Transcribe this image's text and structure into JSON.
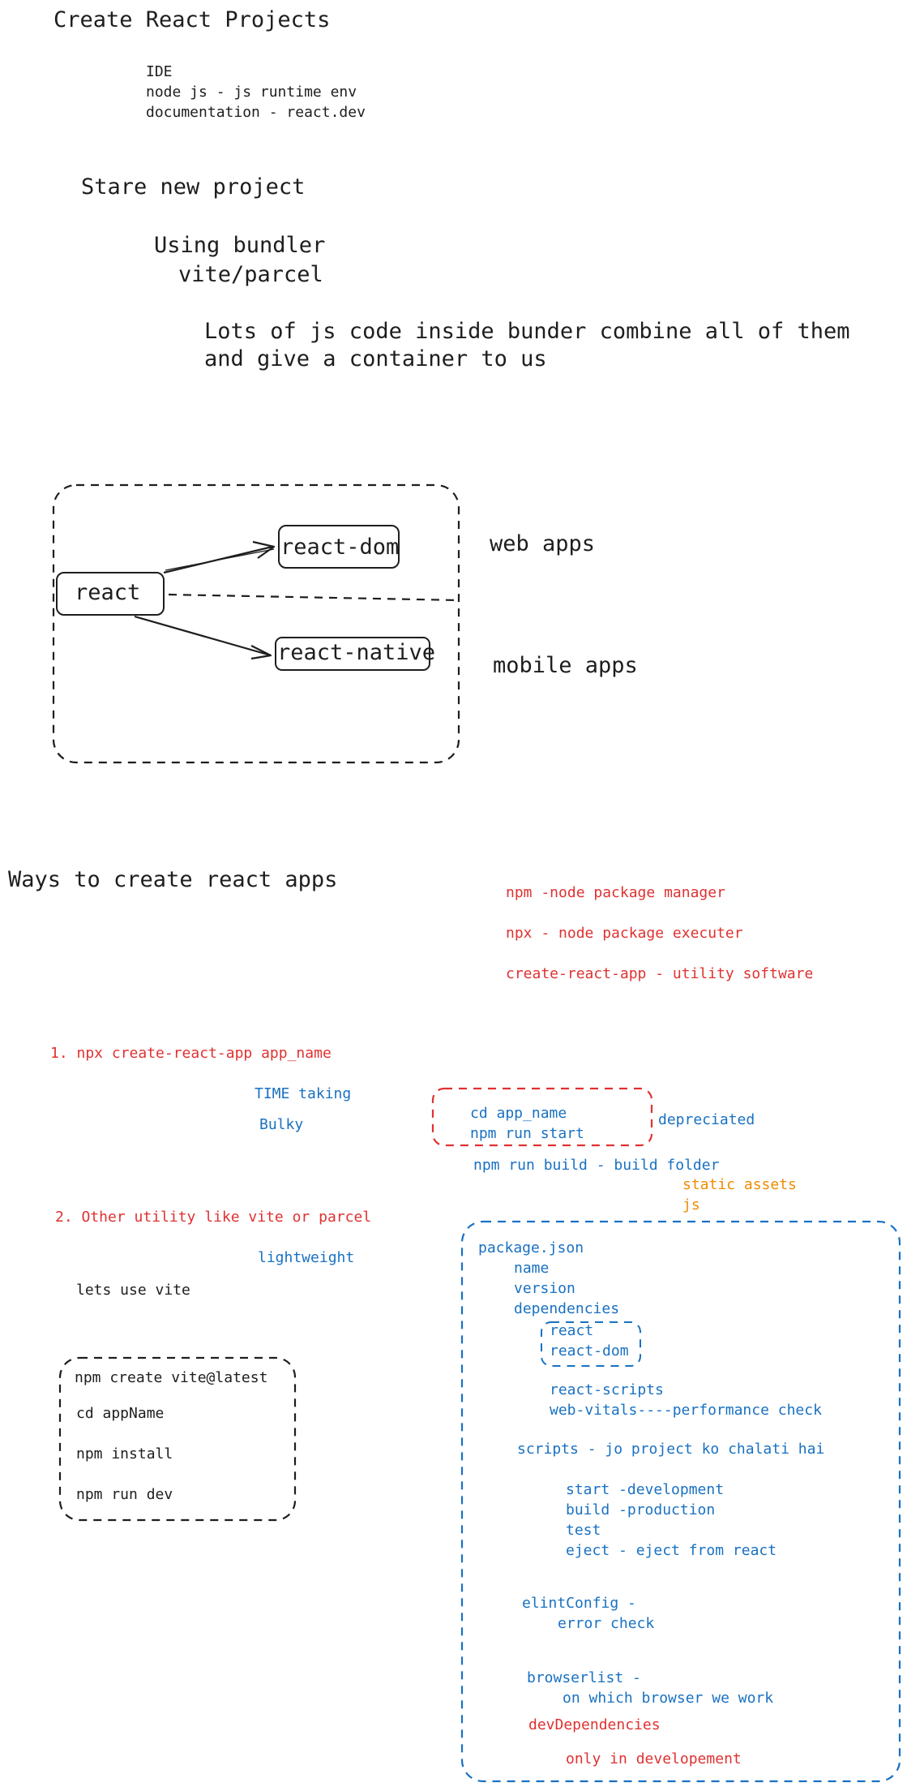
{
  "colors": {
    "ink": "#1e1e1e",
    "red": "#e03131",
    "blue": "#1971c2",
    "orange": "#f08c00",
    "background": "#ffffff"
  },
  "header": {
    "title": "Create React Projects",
    "prereqs": [
      "IDE",
      "node js - js runtime env",
      "documentation - react.dev"
    ]
  },
  "start": {
    "heading": "Stare new project",
    "bundler_label": "Using bundler",
    "bundler_names": "vite/parcel",
    "explanation_line1": "Lots of js code inside bunder combine all of them",
    "explanation_line2": "and give a container to us"
  },
  "react_diagram": {
    "root": "react",
    "web_target": "react-dom",
    "mobile_target": "react-native",
    "web_label": "web apps",
    "mobile_label": "mobile apps"
  },
  "ways": {
    "heading": "Ways to create react apps",
    "glossary": [
      "npm -node package manager",
      "npx - node package executer",
      "create-react-app - utility software"
    ],
    "option1": {
      "command": "1. npx create-react-app app_name",
      "drawback1": "TIME taking",
      "drawback2": "Bulky",
      "run_steps": [
        "cd app_name",
        "npm run start"
      ],
      "status": "depreciated",
      "build_note": "npm run build - build folder",
      "build_outputs": [
        "static assets",
        "js"
      ]
    },
    "option2": {
      "title": "2. Other utility like vite or parcel",
      "benefit": "lightweight",
      "intro": "lets use vite",
      "commands": [
        "npm create vite@latest",
        "cd appName",
        "npm install",
        "npm run dev"
      ]
    }
  },
  "package_json": {
    "title": "package.json",
    "name": "name",
    "version": "version",
    "dependencies_label": "dependencies",
    "core_deps": [
      "react",
      "react-dom"
    ],
    "other_deps": [
      "react-scripts",
      "web-vitals----performance check"
    ],
    "scripts_label": "scripts - jo project ko chalati hai",
    "scripts": [
      "start -development",
      "build -production",
      "test",
      "eject - eject from react"
    ],
    "eslint_label": "elintConfig -",
    "eslint_desc": "error check",
    "browserslist_label": "browserlist -",
    "browserslist_desc": "on which browser we work",
    "dev_deps_label": "devDependencies",
    "dev_deps_desc": "only in developement"
  }
}
